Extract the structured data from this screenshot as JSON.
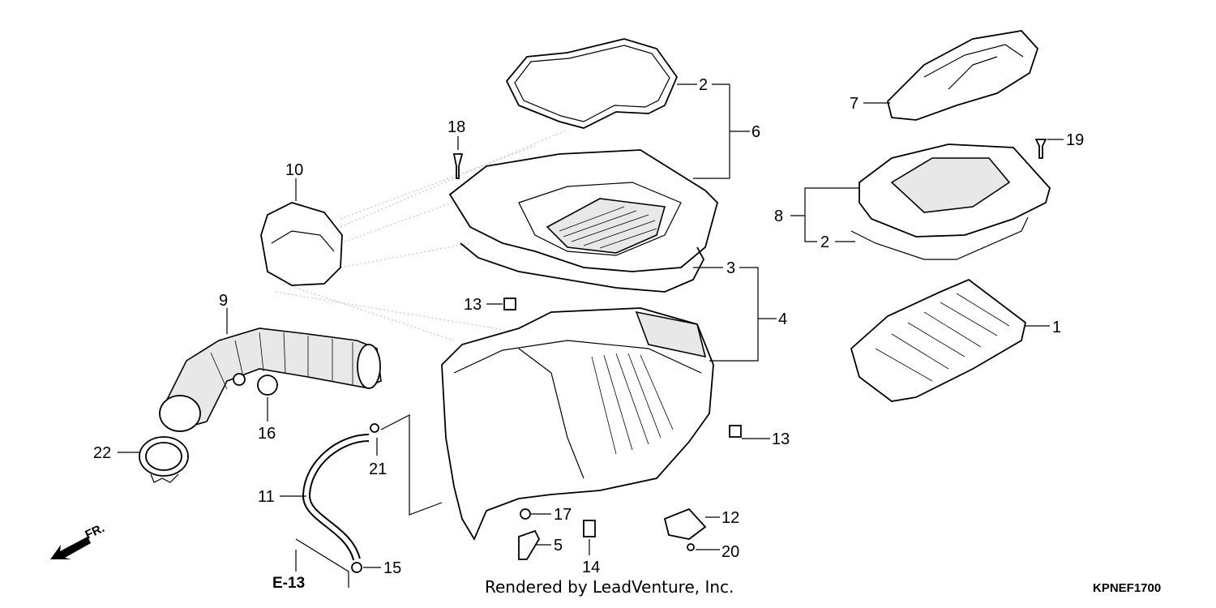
{
  "callouts": {
    "p1": "1",
    "p2a": "2",
    "p2b": "2",
    "p3": "3",
    "p4": "4",
    "p5": "5",
    "p6": "6",
    "p7": "7",
    "p8": "8",
    "p9": "9",
    "p10": "10",
    "p11": "11",
    "p12": "12",
    "p13a": "13",
    "p13b": "13",
    "p14": "14",
    "p15": "15",
    "p16": "16",
    "p17": "17",
    "p18": "18",
    "p19": "19",
    "p20": "20",
    "p21": "21",
    "p22": "22"
  },
  "direction_label": "FR.",
  "section_ref": "E-13",
  "credit": "Rendered by LeadVenture, Inc.",
  "diagram_code": "KPNEF1700"
}
